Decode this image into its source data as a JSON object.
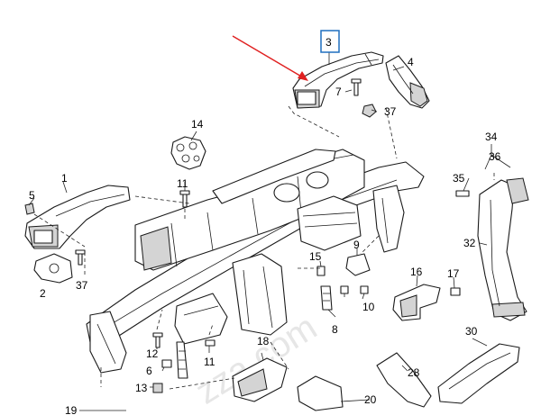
{
  "diagram": {
    "highlight_label": "3",
    "highlight_color": "#1f6fbf",
    "arrow_color": "#e02020",
    "labels": {
      "l3": "3",
      "l4": "4",
      "l7": "7",
      "l37a": "37",
      "l14": "14",
      "l34": "34",
      "l36": "36",
      "l35": "35",
      "l1": "1",
      "l5": "5",
      "l11a": "11",
      "l9": "9",
      "l2": "2",
      "l37b": "37",
      "l32": "32",
      "l16": "16",
      "l17": "17",
      "l15": "15",
      "l10": "10",
      "l8": "8",
      "l11b": "11",
      "l12": "12",
      "l6": "6",
      "l13": "13",
      "l18": "18",
      "l30": "30",
      "l28": "28",
      "l20": "20",
      "l19": "19"
    },
    "watermark": "zza.com"
  }
}
